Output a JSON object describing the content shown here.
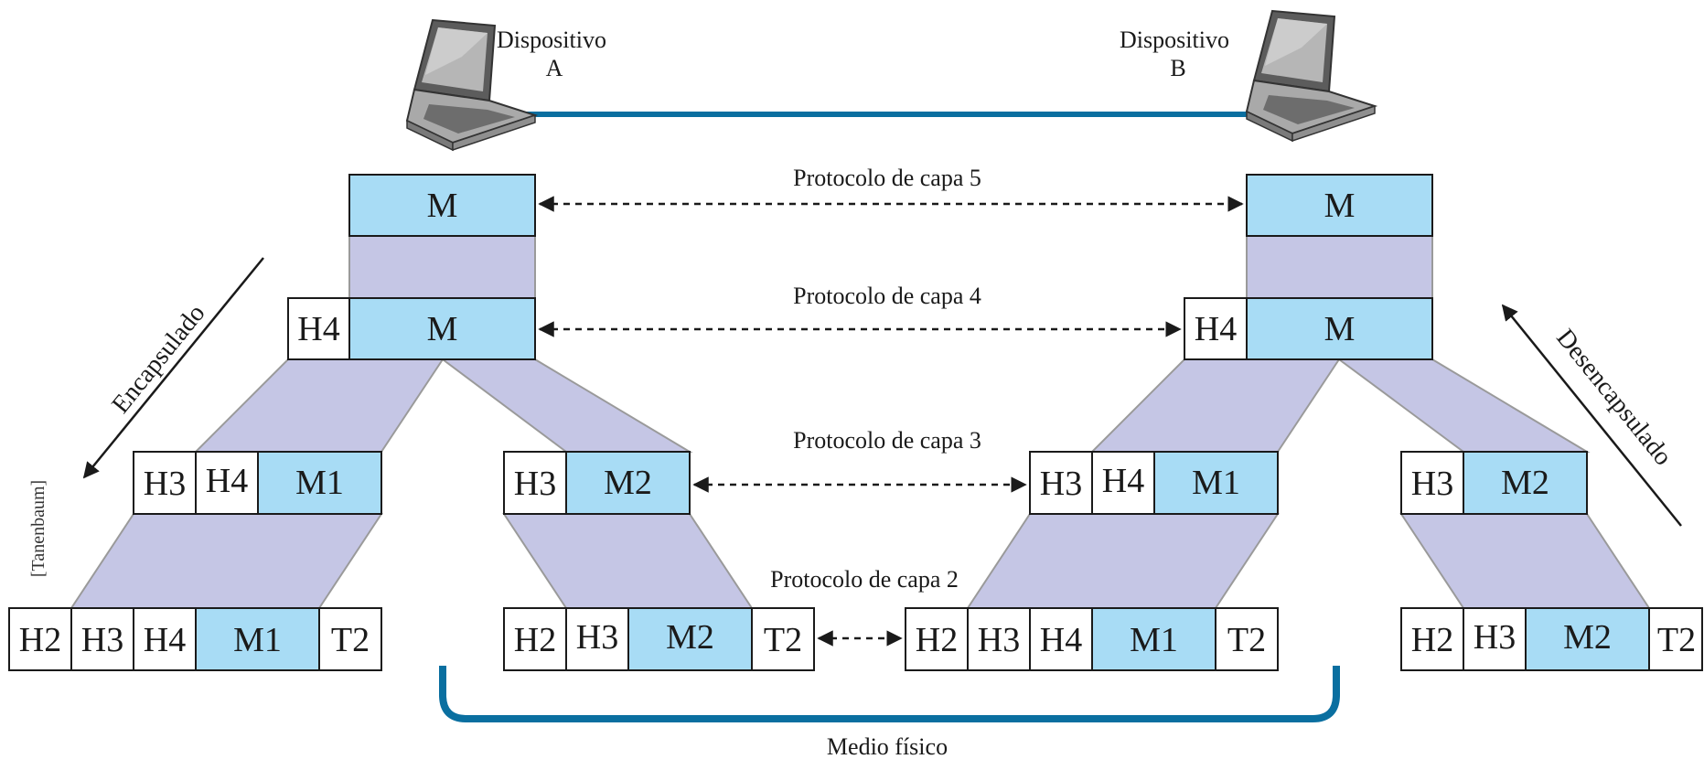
{
  "devices": {
    "a": {
      "name": "Dispositivo",
      "id": "A"
    },
    "b": {
      "name": "Dispositivo",
      "id": "B"
    }
  },
  "protocols": {
    "layer5": "Protocolo de capa 5",
    "layer4": "Protocolo de capa 4",
    "layer3": "Protocolo de capa 3",
    "layer2": "Protocolo de capa 2"
  },
  "directions": {
    "encapsulated": "Encapsulado",
    "decapsulated": "Desencapsulado"
  },
  "medium": "Medio físico",
  "citation": "[Tanenbaum]",
  "cells": {
    "m": "M",
    "h4": "H4",
    "h3": "H3",
    "h2": "H2",
    "t2": "T2",
    "m1": "M1",
    "m2": "M2"
  },
  "colors": {
    "payload": "#a8dcf5",
    "header": "#ffffff",
    "band": "#c5c6e5",
    "link": "#0a6fa0"
  }
}
